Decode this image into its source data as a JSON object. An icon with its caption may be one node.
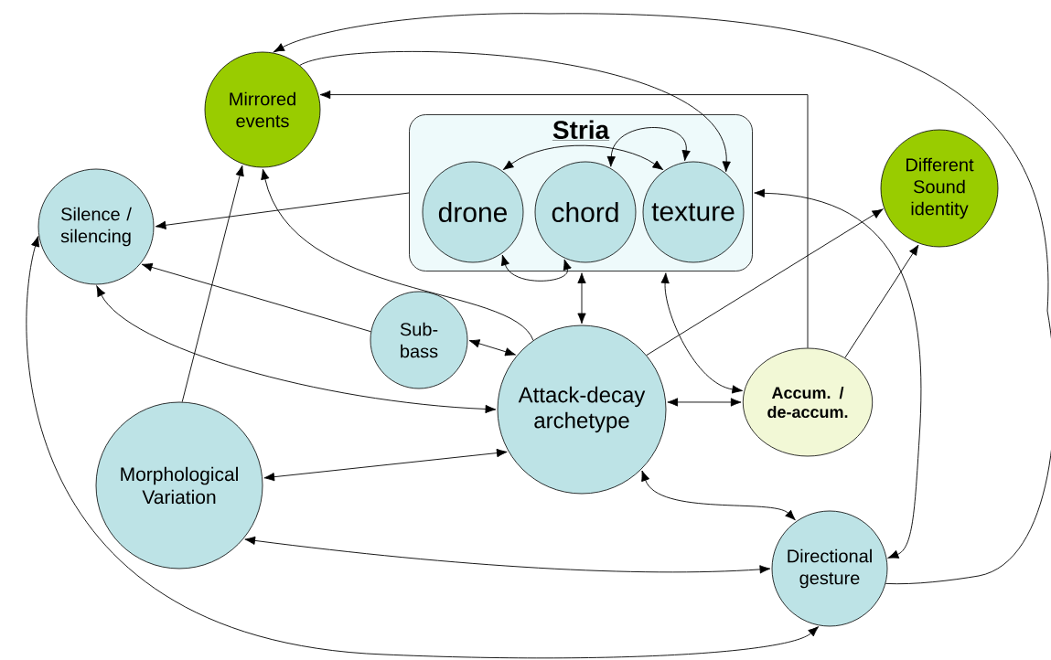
{
  "diagram": {
    "nodes": [
      {
        "text": [
          "Stria"
        ]
      },
      {
        "text": [
          "drone"
        ],
        "in": 0
      },
      {
        "text": [
          "chord"
        ],
        "in": 0
      },
      {
        "text": [
          "texture"
        ],
        "in": 0
      },
      {
        "text": [
          "Mirrored events"
        ]
      },
      {
        "text": [
          "Silence / silencing"
        ]
      },
      {
        "text": [
          "Different Sound identity"
        ]
      },
      {
        "text": [
          "Sub-bass"
        ]
      },
      {
        "text": [
          "Attack-decay archetype"
        ]
      },
      {
        "text": [
          "Accum. / de-accum."
        ]
      },
      {
        "text": [
          "Morphological Variation"
        ]
      },
      {
        "text": [
          "Directional gesture"
        ]
      }
    ],
    "edges": [
      {
        "from": 11,
        "to": 4,
        "arrow": "to"
      },
      {
        "from": 4,
        "to": 3,
        "arrow": "to"
      },
      {
        "from": 9,
        "to": 4,
        "arrow": "to"
      },
      {
        "from": 0,
        "to": 5,
        "arrow": "to"
      },
      {
        "from": 8,
        "to": 4,
        "arrow": "to"
      },
      {
        "from": 10,
        "to": 4,
        "arrow": "to"
      },
      {
        "from": 7,
        "to": 5,
        "arrow": "to"
      },
      {
        "from": 7,
        "to": 8,
        "arrow": "both"
      },
      {
        "from": 5,
        "to": 8,
        "arrow": "both"
      },
      {
        "from": 5,
        "to": 11,
        "arrow": "both"
      },
      {
        "from": 10,
        "to": 8,
        "arrow": "both"
      },
      {
        "from": 10,
        "to": 11,
        "arrow": "both"
      },
      {
        "from": 8,
        "to": 11,
        "arrow": "both"
      },
      {
        "from": 8,
        "to": 9,
        "arrow": "both"
      },
      {
        "from": 8,
        "to": 0,
        "arrow": "both"
      },
      {
        "from": 8,
        "to": 6,
        "arrow": "to"
      },
      {
        "from": 9,
        "to": 6,
        "arrow": "to"
      },
      {
        "from": 0,
        "to": 9,
        "arrow": "both"
      },
      {
        "from": 0,
        "to": 11,
        "arrow": "both"
      },
      {
        "from": 1,
        "to": 2,
        "arrow": "both"
      },
      {
        "from": 1,
        "to": 3,
        "arrow": "both"
      },
      {
        "from": 2,
        "to": 3,
        "arrow": "both"
      }
    ]
  }
}
